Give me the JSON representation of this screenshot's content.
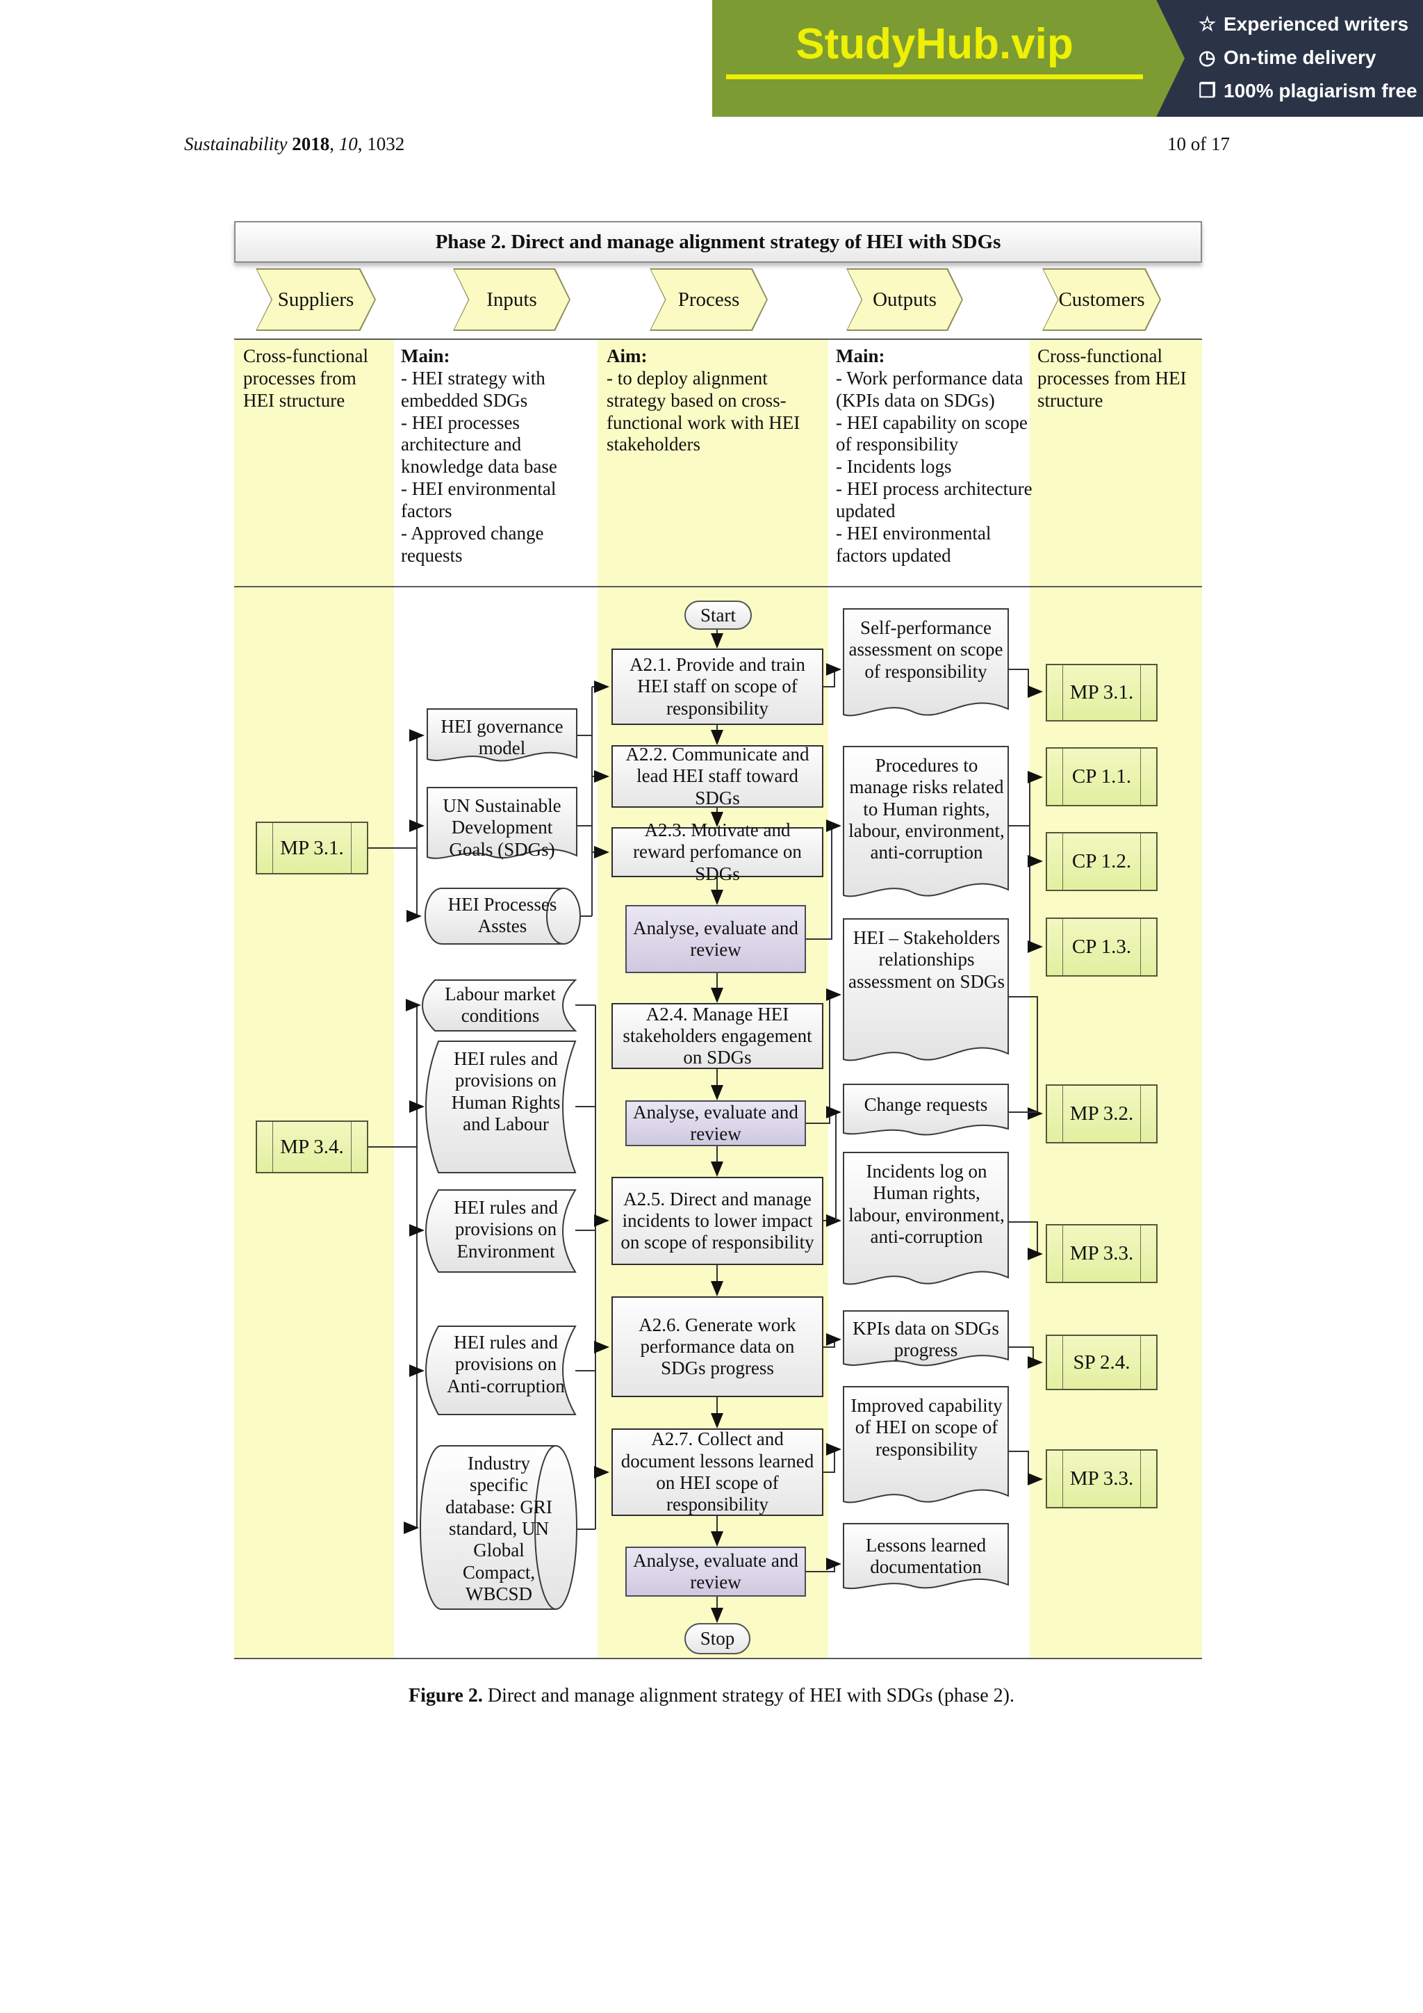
{
  "banner": {
    "brand": "StudyHub.vip",
    "features": [
      {
        "icon": "☆",
        "label": "Experienced writers"
      },
      {
        "icon": "◷",
        "label": "On-time delivery"
      },
      {
        "icon": "❐",
        "label": "100% plagiarism free"
      }
    ]
  },
  "page_header": {
    "journal": "Sustainability",
    "year": "2018",
    "volume": "10",
    "number": ", 1032",
    "page_info": "10 of 17"
  },
  "diagram": {
    "title": "Phase 2. Direct and manage alignment strategy of HEI with SDGs",
    "headers": [
      "Suppliers",
      "Inputs",
      "Process",
      "Outputs",
      "Customers"
    ],
    "desc": {
      "suppliers": "Cross-functional processes from HEI structure",
      "inputs_heading": "Main:",
      "inputs_items": [
        "- HEI strategy with embedded SDGs",
        "- HEI processes architecture and knowledge data base",
        "- HEI environmental factors",
        "- Approved change requests"
      ],
      "process_heading": "Aim:",
      "process_items": [
        "- to deploy alignment strategy based on cross-functional work with HEI stakeholders"
      ],
      "outputs_heading": "Main:",
      "outputs_items": [
        "- Work performance data (KPIs data on SDGs)",
        "- HEI capability on scope of responsibility",
        "- Incidents logs",
        "- HEI process architecture updated",
        "- HEI environmental factors updated"
      ],
      "customers": "Cross-functional processes from HEI structure"
    },
    "suppliers": {
      "mp31": "MP 3.1.",
      "mp34": "MP 3.4."
    },
    "inputs": {
      "governance": "HEI governance model",
      "sdgs": "UN Sustainable Development Goals (SDGs)",
      "assets": "HEI Processes Asstes",
      "labour": "Labour market conditions",
      "human_rights": "HEI rules and provisions on Human Rights and Labour",
      "environment": "HEI rules and provisions on Environment",
      "anticorruption": "HEI rules and provisions on Anti-corruption",
      "database": "Industry specific database: GRI standard, UN Global Compact, WBCSD"
    },
    "process": {
      "start": "Start",
      "a21": "A2.1. Provide and train HEI staff on scope of responsibility",
      "a22": "A2.2. Communicate and lead HEI staff toward SDGs",
      "a23": "A2.3. Motivate and reward perfomance on SDGs",
      "analyse": "Analyse, evaluate and review",
      "a24": "A2.4. Manage HEI stakeholders engagement on SDGs",
      "a25": "A2.5. Direct and manage incidents to lower impact on scope of responsibility",
      "a26": "A2.6. Generate work performance data on SDGs progress",
      "a27": "A2.7. Collect and document lessons learned on HEI scope of responsibility",
      "stop": "Stop"
    },
    "outputs": {
      "self_assessment": "Self-performance assessment on scope of responsibility",
      "procedures": "Procedures to manage risks related to Human rights, labour, environment, anti-corruption",
      "stakeholders": "HEI – Stakeholders relationships assessment on SDGs",
      "change_requests": "Change requests",
      "incidents_log": "Incidents log on Human rights, labour, environment, anti-corruption",
      "kpis": "KPIs data on SDGs progress",
      "improved": "Improved capability of HEI on scope of responsibility",
      "lessons": "Lessons learned documentation"
    },
    "customers": {
      "mp31": "MP 3.1.",
      "cp11": "CP 1.1.",
      "cp12": "CP 1.2.",
      "cp13": "CP 1.3.",
      "mp32": "MP 3.2.",
      "mp33": "MP 3.3.",
      "sp24": "SP 2.4.",
      "mp33b": "MP 3.3."
    },
    "colors": {
      "banner_green": "#7d9b33",
      "banner_navy": "#2b3447",
      "banner_yellow": "#eef005",
      "strip_yellow": "#fbfbc6",
      "predefined_box_green": "#e9f2ae",
      "analyse_purple": "#d9d4e6"
    }
  },
  "caption": {
    "label": "Figure 2.",
    "text": " Direct and manage alignment strategy of HEI with SDGs (phase 2)."
  }
}
